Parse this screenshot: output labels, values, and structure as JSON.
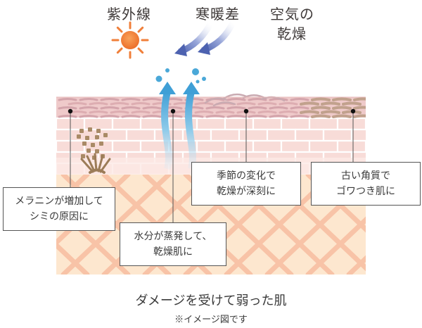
{
  "top_labels": {
    "uv": "紫外線",
    "cold_wind": "寒暖差",
    "dry_air_line1": "空気の",
    "dry_air_line2": "乾燥"
  },
  "callouts": [
    {
      "line1": "メラニンが増加して",
      "line2": "シミの原因に"
    },
    {
      "line1": "水分が蒸発して、",
      "line2": "乾燥肌に"
    },
    {
      "line1": "季節の変化で",
      "line2": "乾燥が深刻に"
    },
    {
      "line1": "古い角質で",
      "line2": "ゴワつき肌に"
    }
  ],
  "caption": "ダメージを受けて弱った肌",
  "note": "※イメージ図です",
  "icons": [
    "sun-icon",
    "wind-arrows-icon",
    "evaporation-arrows-icon",
    "water-droplet-icon"
  ],
  "colors": {
    "sun": "#f07f3a",
    "wind": "#5a6fb8",
    "evaporation": "#4aa8d8",
    "skin_top": "#eac6c6",
    "dermis": "#fde7cf",
    "melanin": "#a98a66",
    "old_keratin": "#b89a82"
  }
}
